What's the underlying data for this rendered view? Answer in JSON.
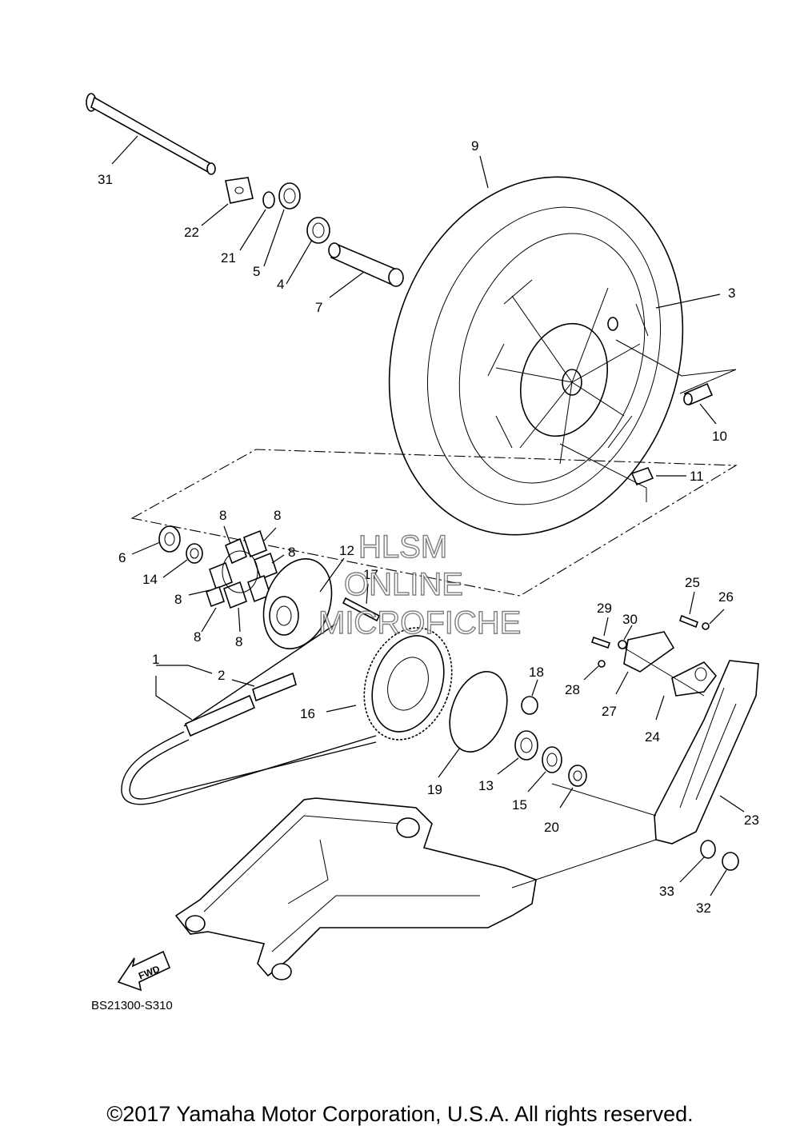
{
  "diagram": {
    "code": "BS21300-S310",
    "fwd_label": "FWD",
    "watermark": [
      "HLSM",
      "ONLINE",
      "MICROFICHE"
    ],
    "copyright": "©2017 Yamaha Motor Corporation, U.S.A. All rights reserved."
  },
  "callouts": [
    "31",
    "22",
    "21",
    "5",
    "4",
    "7",
    "9",
    "3",
    "10",
    "11",
    "6",
    "14",
    "8",
    "8",
    "8",
    "8",
    "8",
    "8",
    "12",
    "17",
    "1",
    "2",
    "16",
    "18",
    "19",
    "13",
    "15",
    "20",
    "29",
    "30",
    "25",
    "26",
    "28",
    "27",
    "24",
    "23",
    "33",
    "32"
  ]
}
